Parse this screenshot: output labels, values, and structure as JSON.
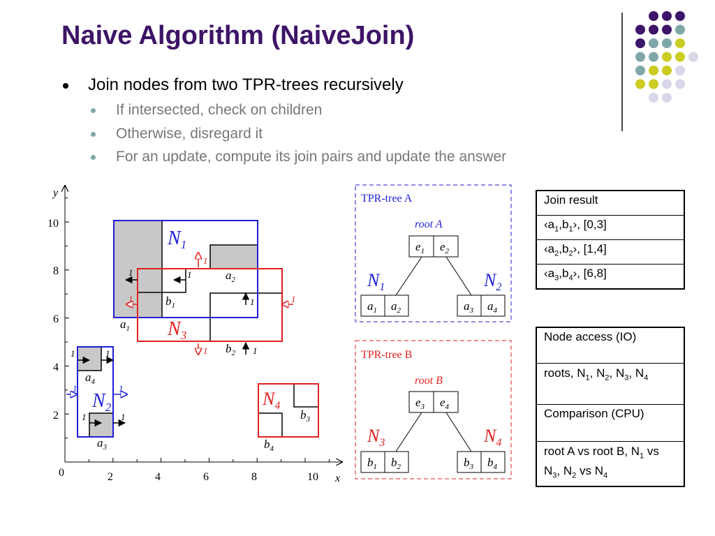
{
  "title": "Naive Algorithm (NaiveJoin)",
  "bullets": {
    "main": "Join nodes from two TPR-trees recursively",
    "sub1": "If intersected, check on children",
    "sub2": "Otherwise, disregard it",
    "sub3": "For an update, compute its join pairs and update the answer"
  },
  "plot": {
    "x_axis_label": "x",
    "y_axis_label": "y",
    "origin_label": "0",
    "x_tick_labels": [
      "2",
      "4",
      "6",
      "8",
      "10"
    ],
    "y_tick_labels": [
      "2",
      "4",
      "6",
      "8",
      "10"
    ],
    "node_labels": {
      "n1": "N",
      "n2": "N",
      "n3": "N",
      "n4": "N"
    },
    "node_subs": {
      "n1": "1",
      "n2": "2",
      "n3": "3",
      "n4": "4"
    },
    "object_labels": {
      "a1": "a",
      "a2": "a",
      "a3": "a",
      "a4": "a",
      "b1": "b",
      "b2": "b",
      "b3": "b",
      "b4": "b"
    },
    "object_subs": {
      "a1": "1",
      "a2": "2",
      "a3": "3",
      "a4": "4",
      "b1": "1",
      "b2": "2",
      "b3": "3",
      "b4": "4"
    },
    "velocity_label": "1"
  },
  "tree_a": {
    "caption": "TPR-tree A",
    "root_label": "root A",
    "root_entries": [
      "e",
      "e"
    ],
    "root_subs": [
      "1",
      "2"
    ],
    "left_node": "N",
    "left_sub": "1",
    "right_node": "N",
    "right_sub": "2",
    "left_leaves": [
      "a",
      "a"
    ],
    "left_leaf_subs": [
      "1",
      "2"
    ],
    "right_leaves": [
      "a",
      "a"
    ],
    "right_leaf_subs": [
      "3",
      "4"
    ]
  },
  "tree_b": {
    "caption": "TPR-tree B",
    "root_label": "root B",
    "root_entries": [
      "e",
      "e"
    ],
    "root_subs": [
      "3",
      "4"
    ],
    "left_node": "N",
    "left_sub": "3",
    "right_node": "N",
    "right_sub": "4",
    "left_leaves": [
      "b",
      "b"
    ],
    "left_leaf_subs": [
      "1",
      "2"
    ],
    "right_leaves": [
      "b",
      "b"
    ],
    "right_leaf_subs": [
      "3",
      "4"
    ]
  },
  "join_table": {
    "header": "Join result",
    "rows": [
      {
        "open": "‹a",
        "s1": "1",
        "mid": ",b",
        "s2": "1",
        "close": "›, [0,3]"
      },
      {
        "open": "‹a",
        "s1": "2",
        "mid": ",b",
        "s2": "2",
        "close": "›, [1,4]"
      },
      {
        "open": "‹a",
        "s1": "3",
        "mid": ",b",
        "s2": "4",
        "close": "›, [6,8]"
      }
    ]
  },
  "cost_table": {
    "io_header": "Node access (IO)",
    "io_value": {
      "p1": "roots, N",
      "s1": "1",
      "p2": ", N",
      "s2": "2",
      "p3": ", N",
      "s3": "3",
      "p4": ", N",
      "s4": "4"
    },
    "cpu_header": "Comparison (CPU)",
    "cpu_value": {
      "p1": "root A vs root B, N",
      "s1": "1",
      "p2": " vs N",
      "s2": "3",
      "p3": ", N",
      "s3": "2",
      "p4": " vs N",
      "s4": "4"
    }
  },
  "colors": {
    "title": "#3d1467",
    "n1": "#1f1fd6",
    "n3": "#e02020",
    "gray_box": "#c8c8c8",
    "dot_purple": "#3d1467",
    "dot_teal": "#7fa7a7",
    "dot_yellow": "#cccc22",
    "dot_lavender": "#d8d8ea"
  }
}
